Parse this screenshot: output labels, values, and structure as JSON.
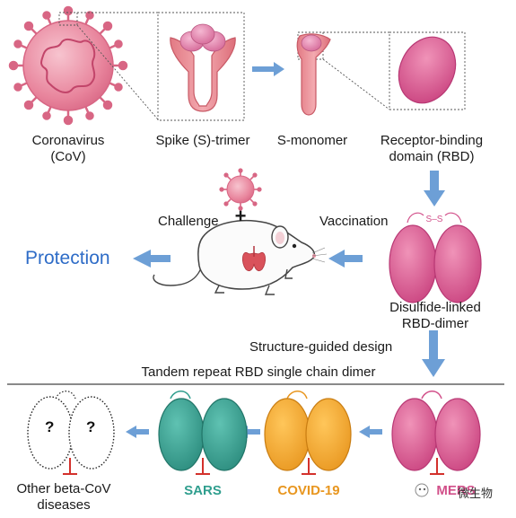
{
  "top_labels": {
    "coronavirus": "Coronavirus",
    "coronavirus_abbr": "(CoV)",
    "spike_trimer": "Spike (S)-trimer",
    "s_monomer": "S-monomer",
    "rbd_line1": "Receptor-binding",
    "rbd_line2": "domain (RBD)"
  },
  "middle": {
    "challenge": "Challenge",
    "plus": "+",
    "vaccination": "Vaccination",
    "protection": "Protection",
    "disulfide_bond": "S–S",
    "dimer_line1": "Disulfide-linked",
    "dimer_line2": "RBD-dimer",
    "structure_design": "Structure-guided design",
    "tandem": "Tandem repeat RBD single chain dimer"
  },
  "bottom": {
    "unknown_mark": "?",
    "other_line1": "Other beta-CoV",
    "other_line2": "diseases",
    "sars": "SARS",
    "covid": "COVID-19",
    "mers": "MERS",
    "watermark": "微生物"
  },
  "colors": {
    "virus": "#e8849c",
    "spike": "#e98c92",
    "rbd_pink": "#d2508a",
    "sars_teal": "#2f9e8e",
    "covid_orange": "#f2a52e",
    "arrow_blue": "#6d9fd6",
    "inhibit_red": "#d3312c",
    "protection_blue": "#2e6cc7"
  }
}
